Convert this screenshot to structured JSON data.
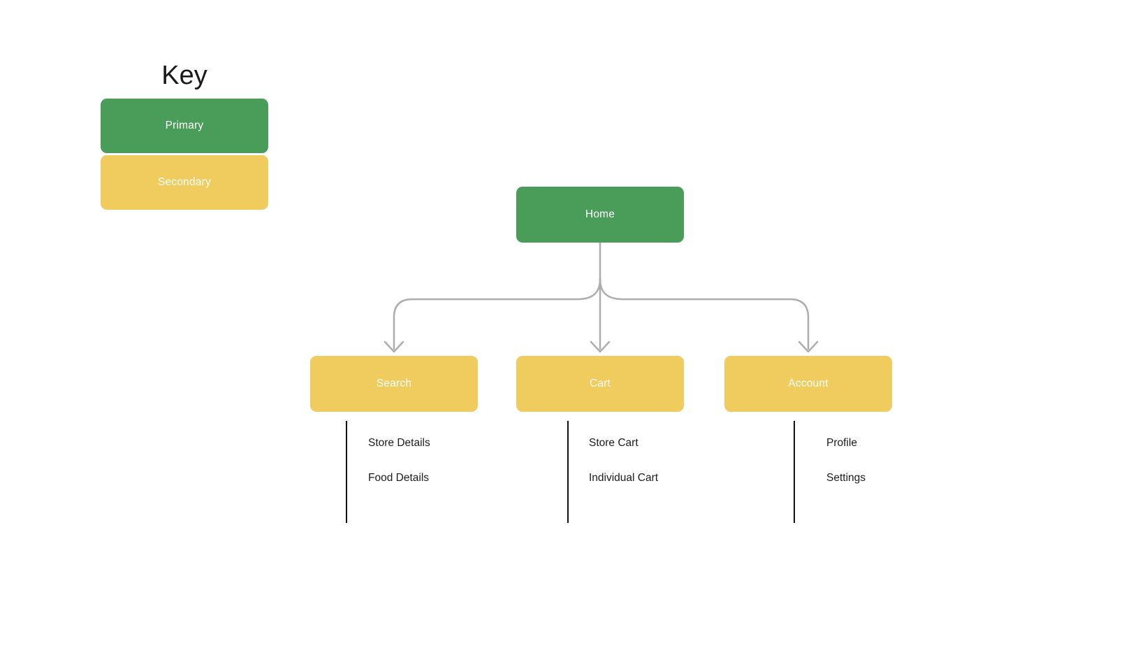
{
  "key": {
    "title": "Key",
    "items": [
      {
        "label": "Primary",
        "type": "primary"
      },
      {
        "label": "Secondary",
        "type": "secondary"
      }
    ]
  },
  "sitemap": {
    "root": {
      "label": "Home",
      "type": "primary"
    },
    "branches": [
      {
        "label": "Search",
        "type": "secondary",
        "children": [
          "Store Details",
          "Food Details"
        ]
      },
      {
        "label": "Cart",
        "type": "secondary",
        "children": [
          "Store Cart",
          "Individual Cart"
        ]
      },
      {
        "label": "Account",
        "type": "secondary",
        "children": [
          "Profile",
          "Settings"
        ]
      }
    ]
  },
  "colors": {
    "primary": "#4a9c59",
    "secondary": "#f0cb5e",
    "connector": "#adadad",
    "divider": "#111111",
    "text": "#1b1b1b"
  }
}
